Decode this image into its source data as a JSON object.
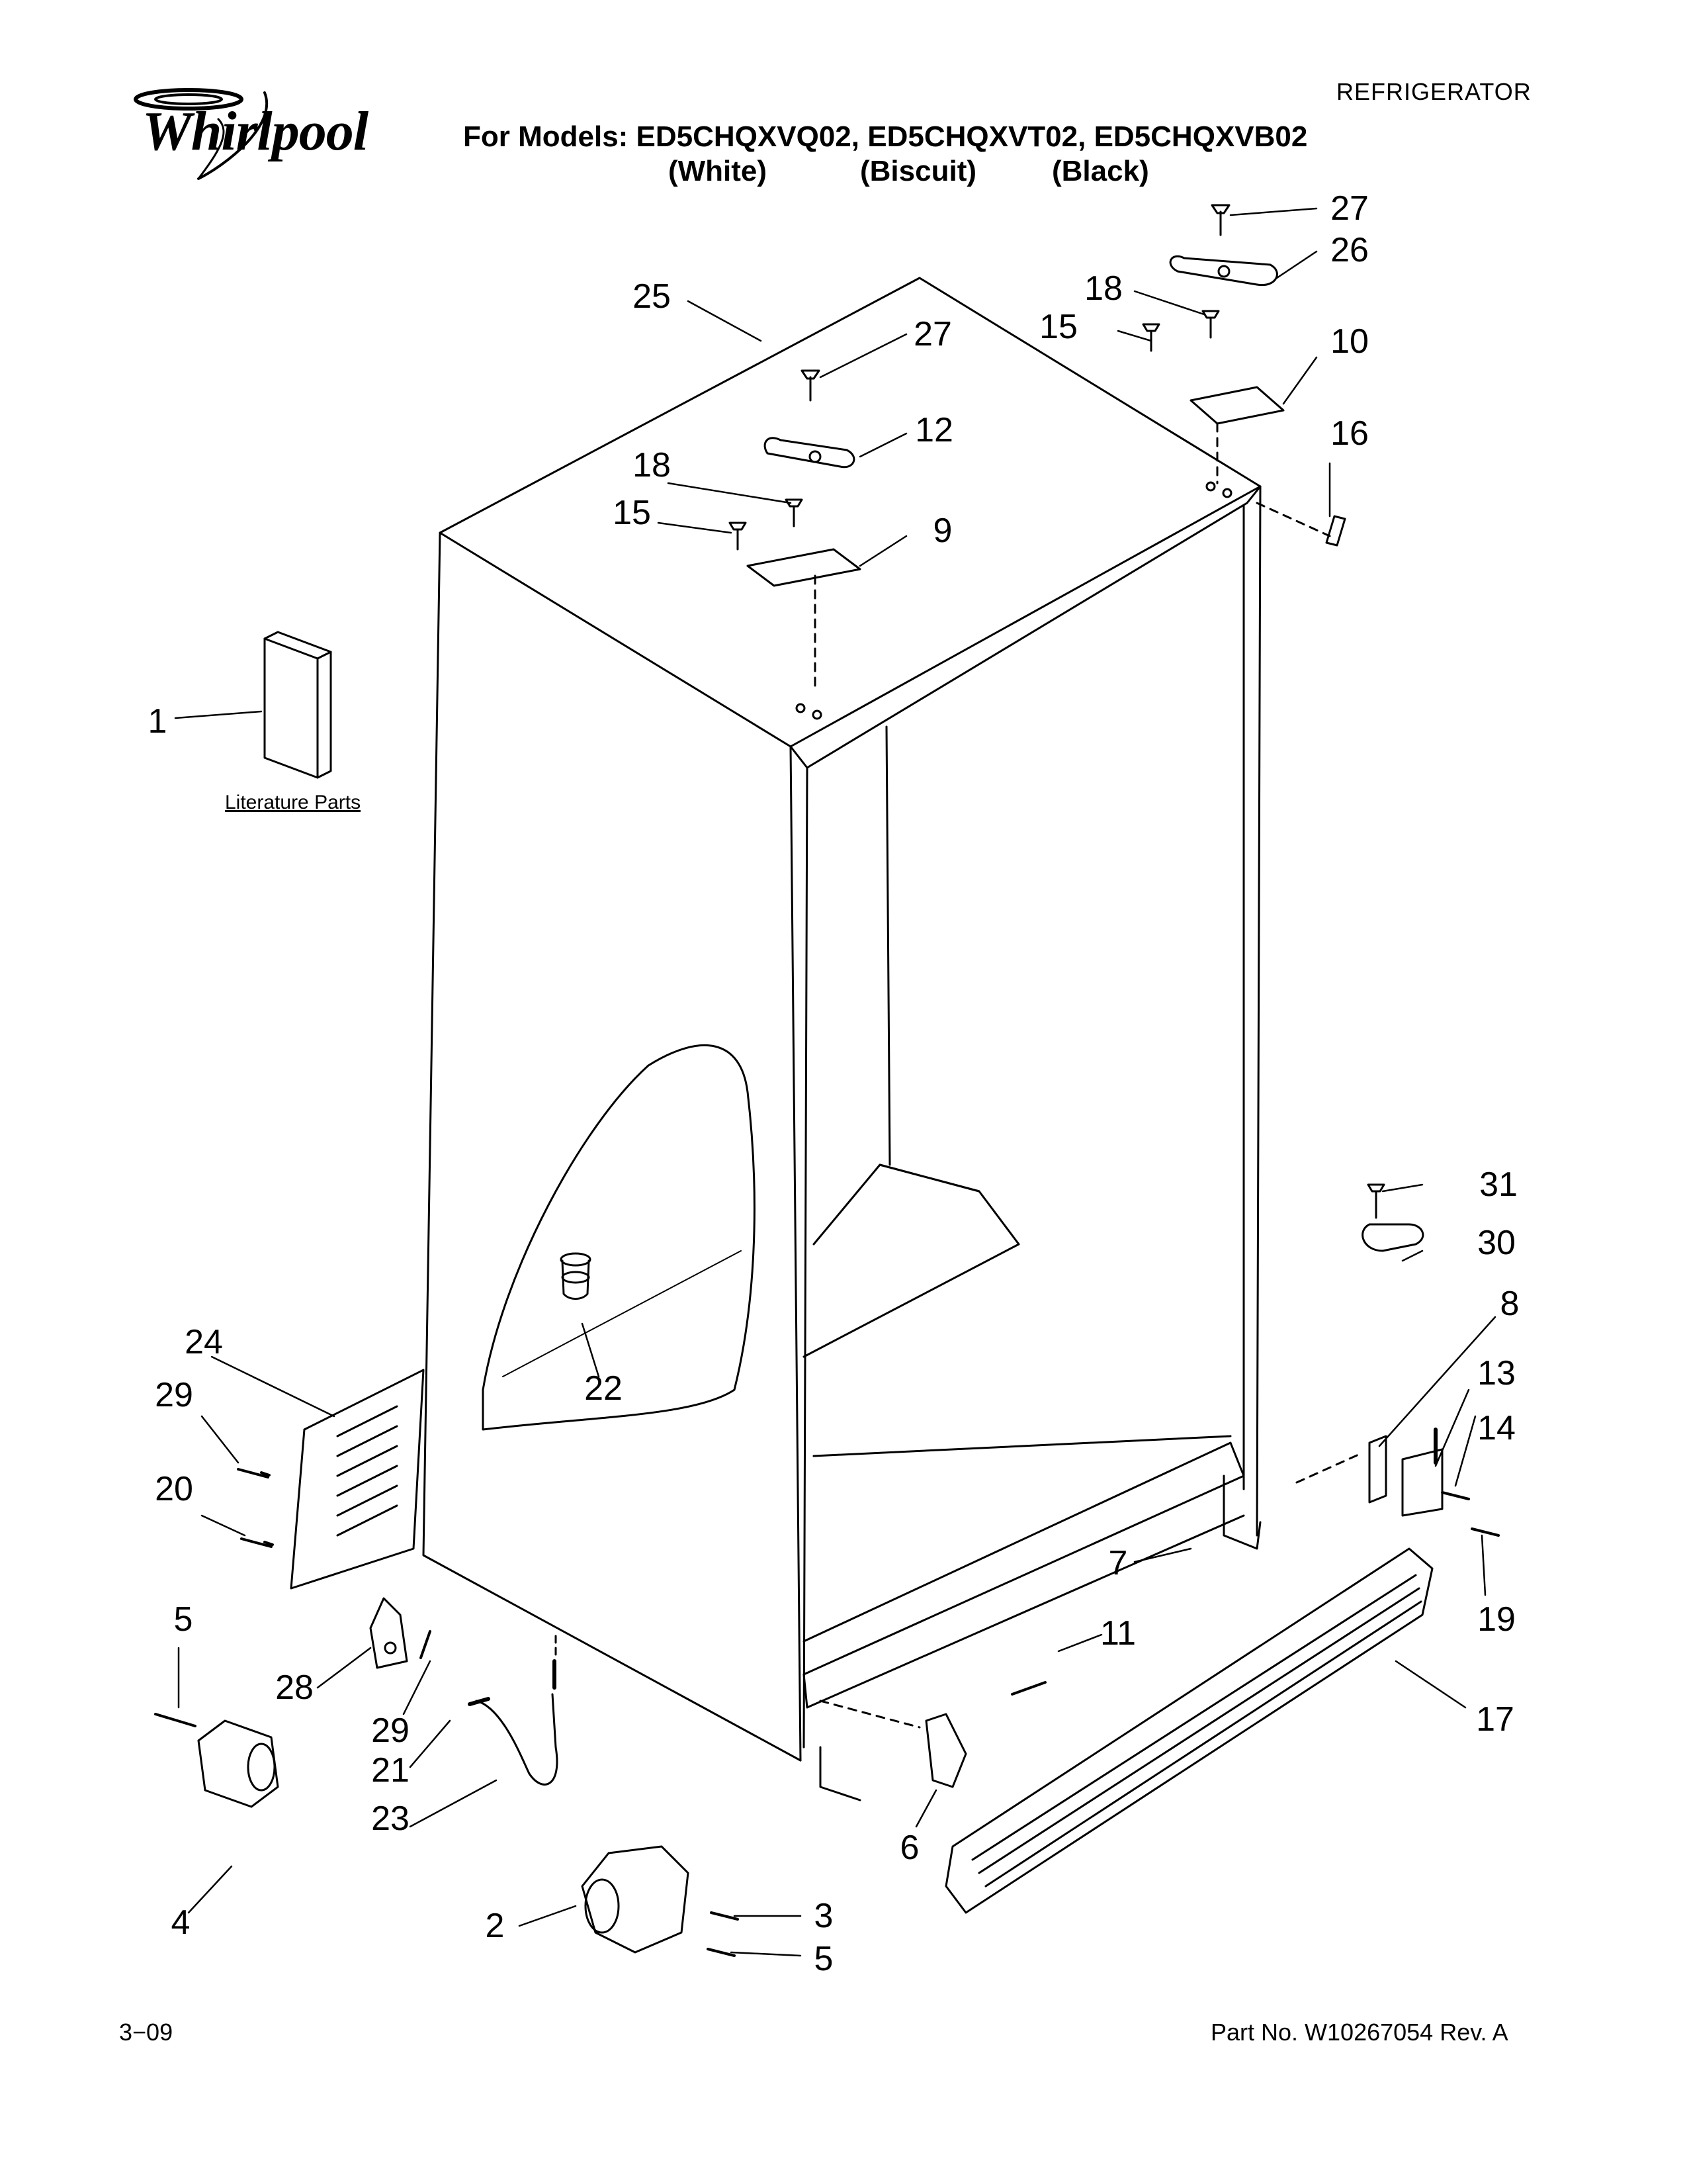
{
  "header": {
    "brand": "Whirlpool",
    "category": "REFRIGERATOR",
    "models_line": "For Models: ED5CHQXVQ02, ED5CHQXVT02, ED5CHQXVB02",
    "variants": [
      "(White)",
      "(Biscuit)",
      "(Black)"
    ]
  },
  "diagram": {
    "literature_label": "Literature Parts",
    "callouts": [
      "27",
      "26",
      "18",
      "15",
      "10",
      "16",
      "25",
      "27",
      "12",
      "18",
      "15",
      "9",
      "1",
      "31",
      "30",
      "8",
      "13",
      "14",
      "24",
      "29",
      "22",
      "20",
      "7",
      "19",
      "5",
      "11",
      "17",
      "28",
      "29",
      "21",
      "23",
      "6",
      "4",
      "2",
      "3",
      "5"
    ]
  },
  "footer": {
    "date": "3−09",
    "part_number": "Part No. W10267054 Rev. A"
  },
  "colors": {
    "ink": "#000000",
    "paper": "#ffffff",
    "shade": "#cfcfcf"
  }
}
